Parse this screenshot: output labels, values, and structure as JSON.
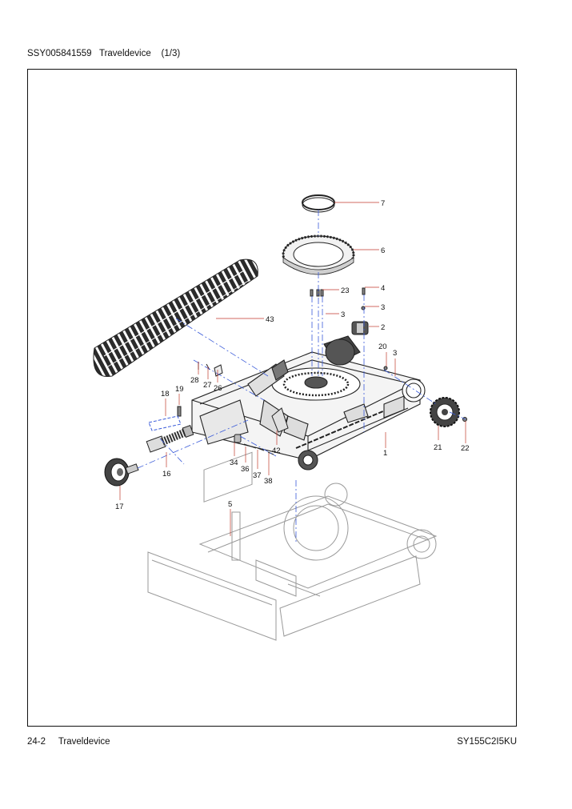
{
  "header": {
    "doc_code": "SSY005841559",
    "title": "Traveldevice",
    "page_fraction": "(1/3)"
  },
  "footer": {
    "page_no": "24-2",
    "section": "Traveldevice",
    "model": "SY155C2I5KU"
  },
  "callouts": [
    {
      "id": "c7",
      "label": "7"
    },
    {
      "id": "c6",
      "label": "6"
    },
    {
      "id": "c23",
      "label": "23"
    },
    {
      "id": "c4",
      "label": "4"
    },
    {
      "id": "c3a",
      "label": "3"
    },
    {
      "id": "c3b",
      "label": "3"
    },
    {
      "id": "c2",
      "label": "2"
    },
    {
      "id": "c43",
      "label": "43"
    },
    {
      "id": "c20",
      "label": "20"
    },
    {
      "id": "c3c",
      "label": "3"
    },
    {
      "id": "c28",
      "label": "28"
    },
    {
      "id": "c27",
      "label": "27"
    },
    {
      "id": "c26",
      "label": "26"
    },
    {
      "id": "c18",
      "label": "18"
    },
    {
      "id": "c19",
      "label": "19"
    },
    {
      "id": "c16",
      "label": "16"
    },
    {
      "id": "c17",
      "label": "17"
    },
    {
      "id": "c34",
      "label": "34"
    },
    {
      "id": "c36",
      "label": "36"
    },
    {
      "id": "c37",
      "label": "37"
    },
    {
      "id": "c38",
      "label": "38"
    },
    {
      "id": "c42",
      "label": "42"
    },
    {
      "id": "c1",
      "label": "1"
    },
    {
      "id": "c21",
      "label": "21"
    },
    {
      "id": "c22",
      "label": "22"
    },
    {
      "id": "c5",
      "label": "5"
    }
  ],
  "colors": {
    "leader": "#c0392b",
    "axis": "#3a5bd9",
    "ink": "#222222",
    "ghost": "#9a9a9a"
  }
}
